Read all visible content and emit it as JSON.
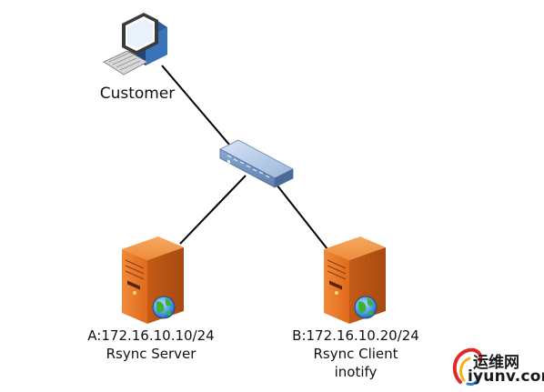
{
  "nodes": {
    "customer": {
      "label": "Customer",
      "icon": "desktop-computer-icon"
    },
    "switch": {
      "icon": "network-switch-icon"
    },
    "server_a": {
      "line1": "A:172.16.10.10/24",
      "line2": "Rsync Server",
      "icon": "server-icon"
    },
    "server_b": {
      "line1": "B:172.16.10.20/24",
      "line2": "Rsync Client",
      "line3": "inotify",
      "icon": "server-icon"
    }
  },
  "watermark": {
    "cn": "运维网",
    "en": "iyunv.com"
  },
  "colors": {
    "link": "#000000",
    "server_front": "#e8782a",
    "server_side": "#b8531a",
    "switch_body": "#7f9fc9"
  }
}
